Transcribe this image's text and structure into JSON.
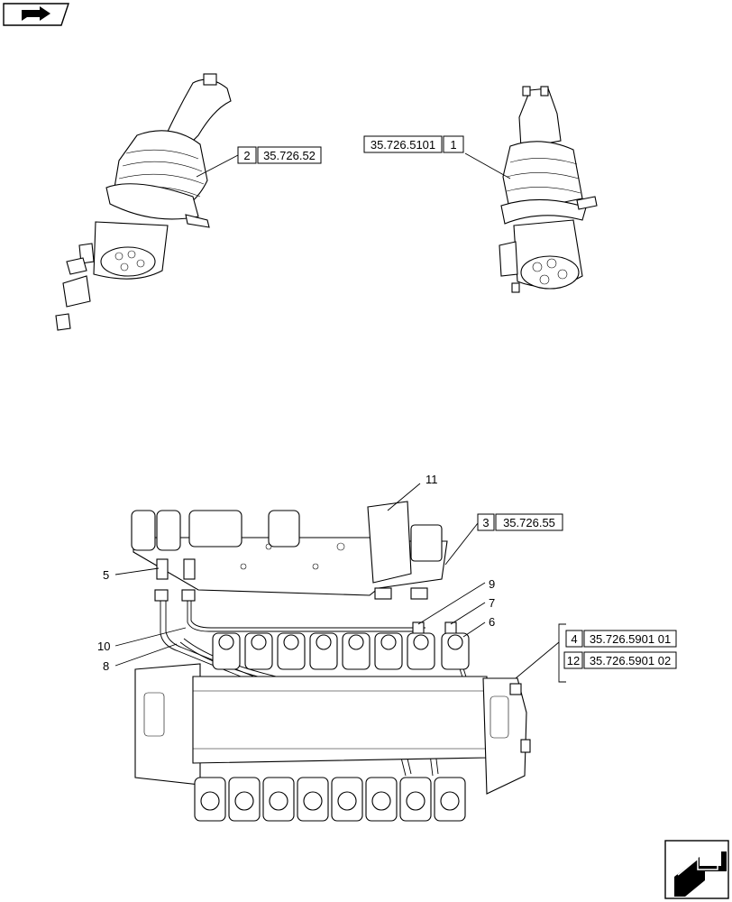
{
  "icons": {
    "top_nav": "book-arrow-icon",
    "bottom_nav": "next-page-arrow-icon"
  },
  "callouts": {
    "joystick_left": {
      "item": "2",
      "ref": "35.726.52"
    },
    "joystick_right": {
      "ref": "35.726.5101",
      "item": "1"
    },
    "valve_top": {
      "item": "3",
      "ref": "35.726.55"
    },
    "valve_bank_a": {
      "item": "4",
      "ref": "35.726.5901 01"
    },
    "valve_bank_b": {
      "item": "12",
      "ref": "35.726.5901 02"
    }
  },
  "item_labels": {
    "n5": "5",
    "n6": "6",
    "n7": "7",
    "n8": "8",
    "n9": "9",
    "n10": "10",
    "n11": "11"
  }
}
